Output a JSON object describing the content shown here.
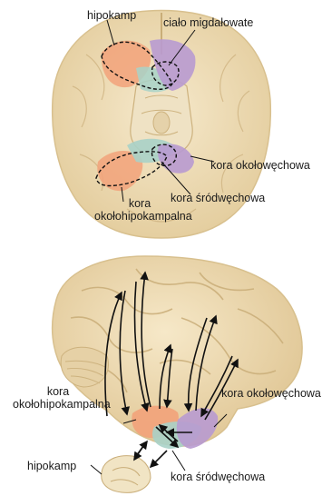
{
  "top_view": {
    "labels": {
      "hippocampus": "hipokamp",
      "amygdala": "ciało migdałowate",
      "perirhinal": "kora okołowęchowa",
      "entorhinal": "kora śródwęchowa",
      "parahippocampal": "kora okołohipokampalna"
    }
  },
  "side_view": {
    "labels": {
      "parahippocampal": "kora okołohipokampalna",
      "perirhinal": "kora okołowęchowa",
      "hippocampus": "hipokamp",
      "entorhinal": "kora śródwęchowa"
    }
  },
  "colors": {
    "brain": "#eedcb6",
    "brain_shadow": "#d9c294",
    "gyrus_line": "#c9ad78",
    "parahippocampal": "#f2a27a",
    "perirhinal": "#b89ad0",
    "entorhinal": "#a8d2c8",
    "outline": "#111111"
  }
}
